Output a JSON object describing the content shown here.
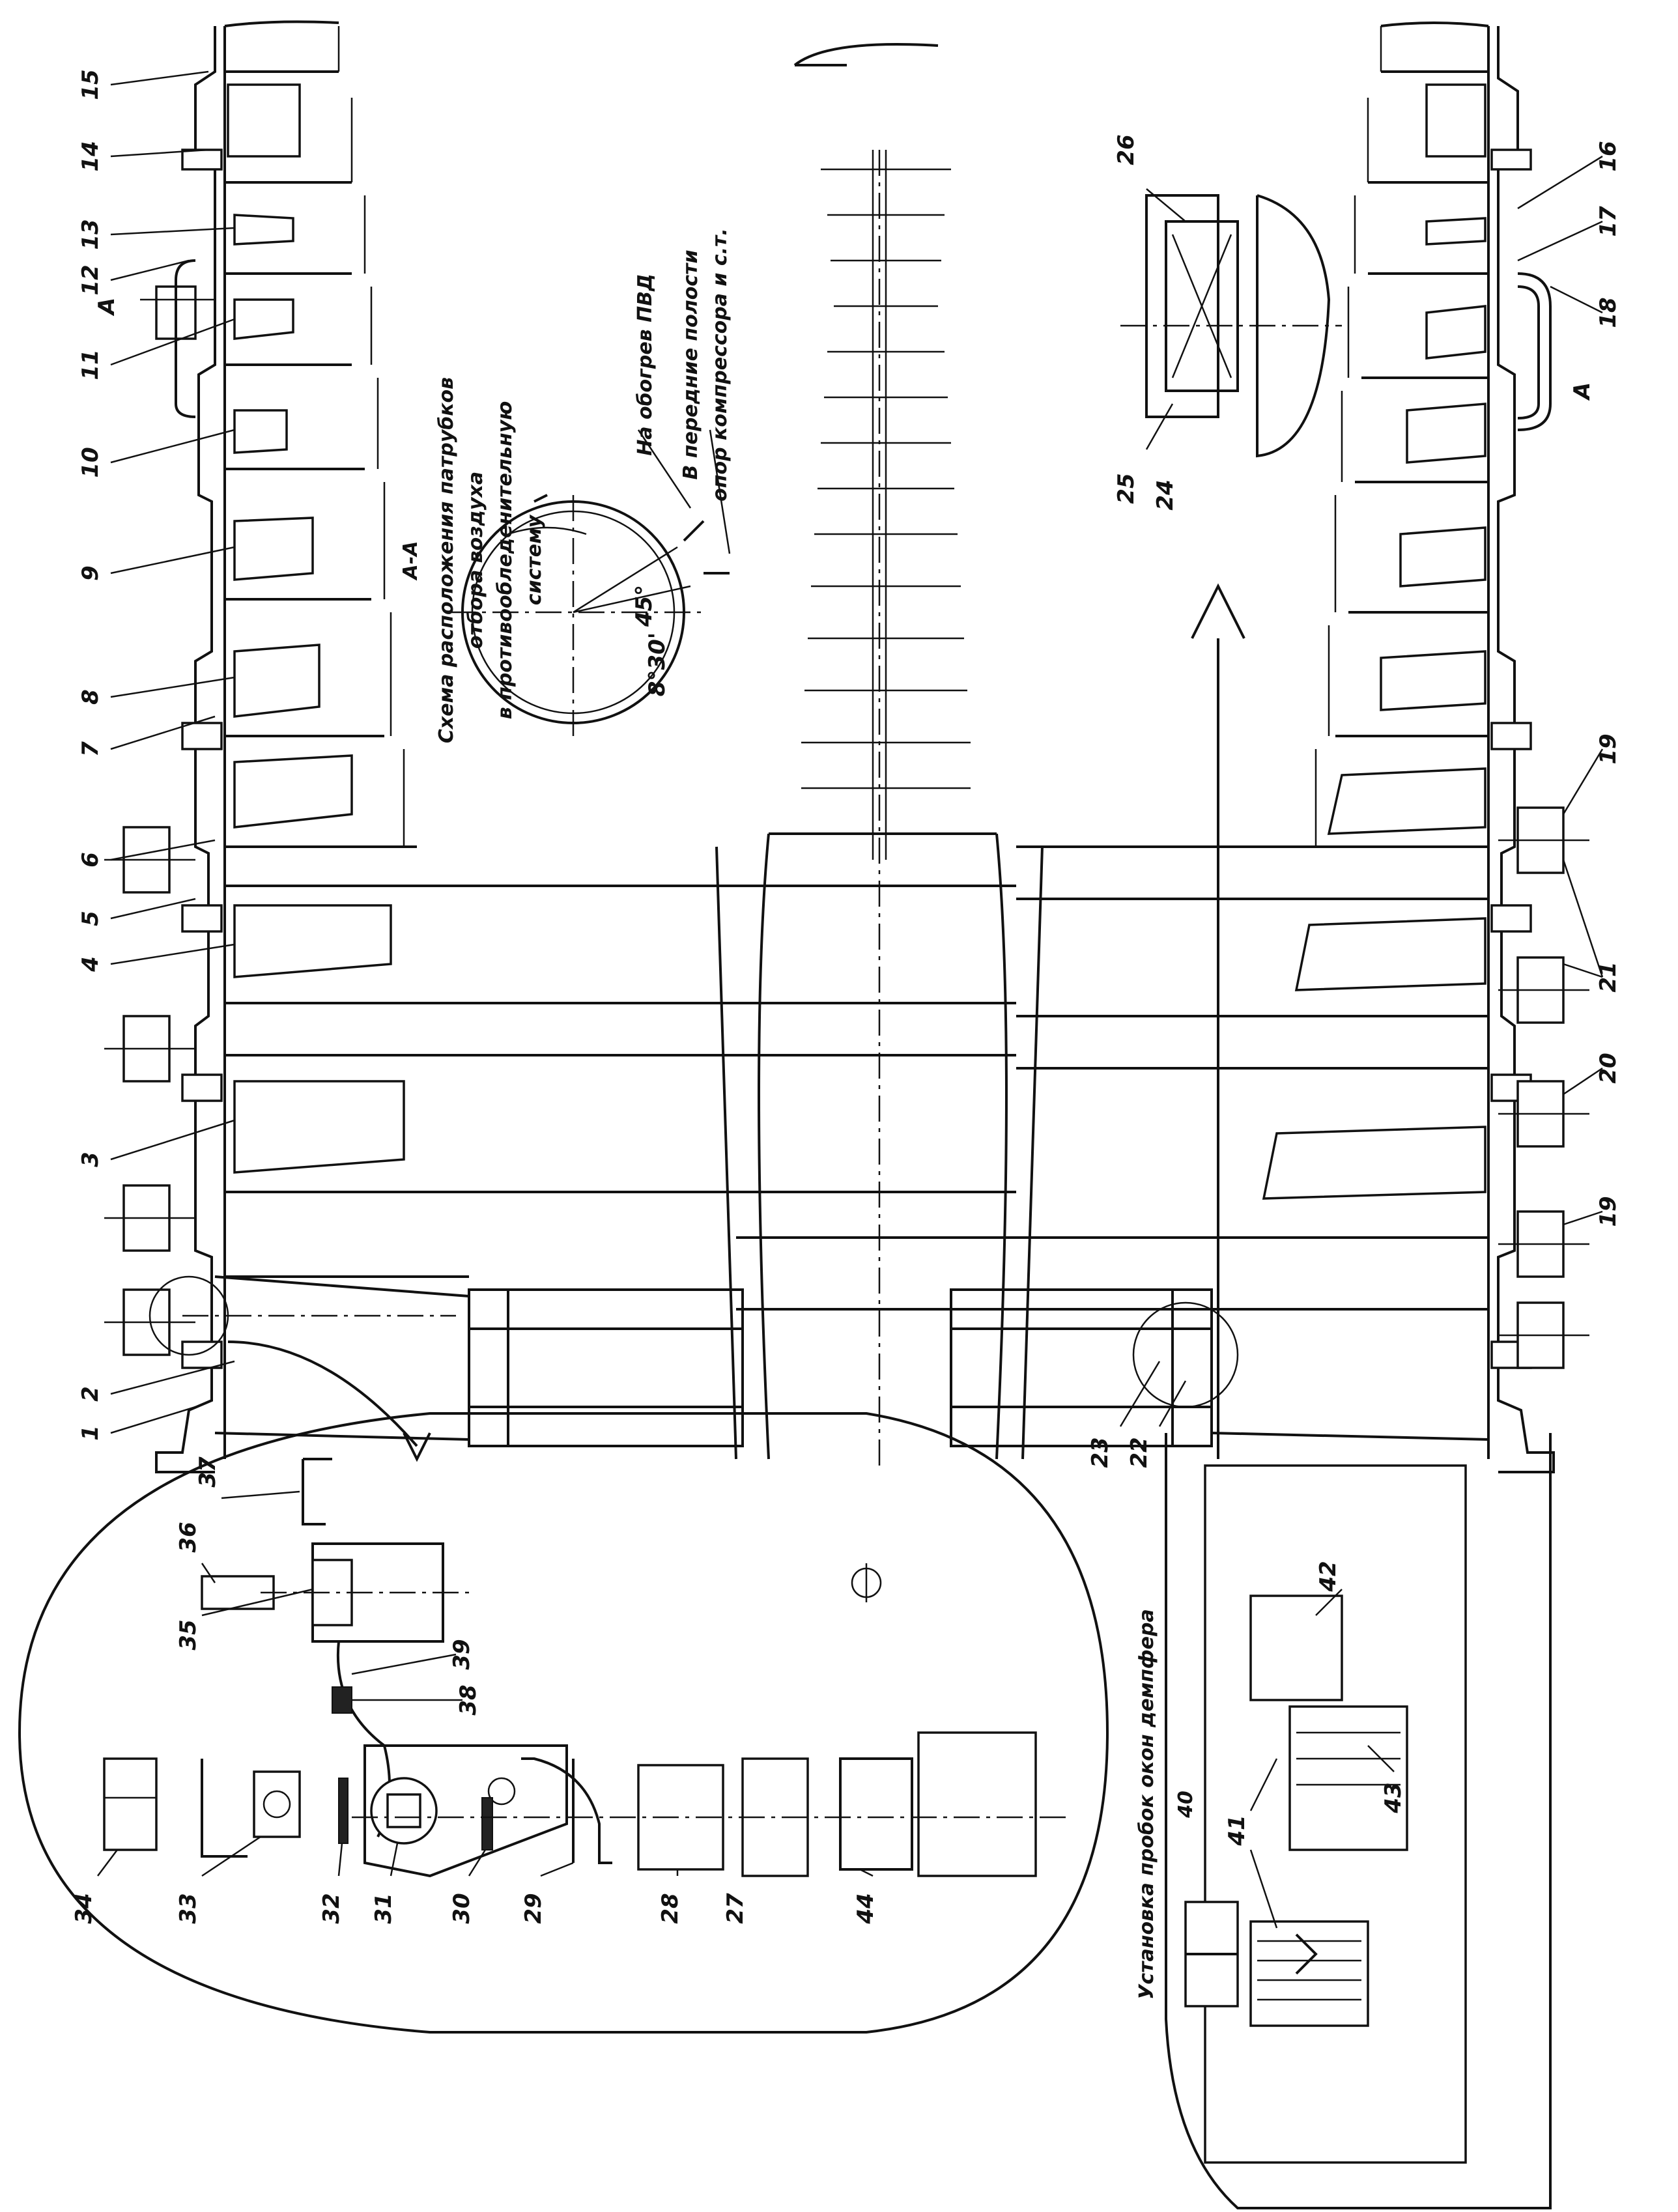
{
  "drawing": {
    "section_title": "А-А",
    "section_caption": [
      "Схема расположения патрубков",
      "отбора воздуха",
      "в противообледенительную",
      "систему"
    ],
    "arrow_label_1": "На обогрев ПВД",
    "arrow_label_2": [
      "В передние полости",
      "опор компрессора и с.т."
    ],
    "angle_1": "45°",
    "angle_2": "8°30'",
    "section_mark": "А",
    "installation_caption": [
      "Установка пробок окон демпфера",
      "40"
    ],
    "callouts": {
      "top_left": [
        "15",
        "14",
        "13",
        "12",
        "11",
        "10",
        "9",
        "8",
        "7",
        "6",
        "5",
        "4",
        "3",
        "2",
        "1"
      ],
      "top_right": [
        "26",
        "25",
        "24",
        "16",
        "17",
        "18",
        "19",
        "21",
        "20",
        "19",
        "22",
        "23"
      ],
      "detail": [
        "37",
        "36",
        "35",
        "39",
        "38",
        "34",
        "33",
        "32",
        "31",
        "30",
        "29",
        "28",
        "27",
        "44"
      ],
      "bottom": [
        "42",
        "43",
        "41"
      ]
    }
  }
}
